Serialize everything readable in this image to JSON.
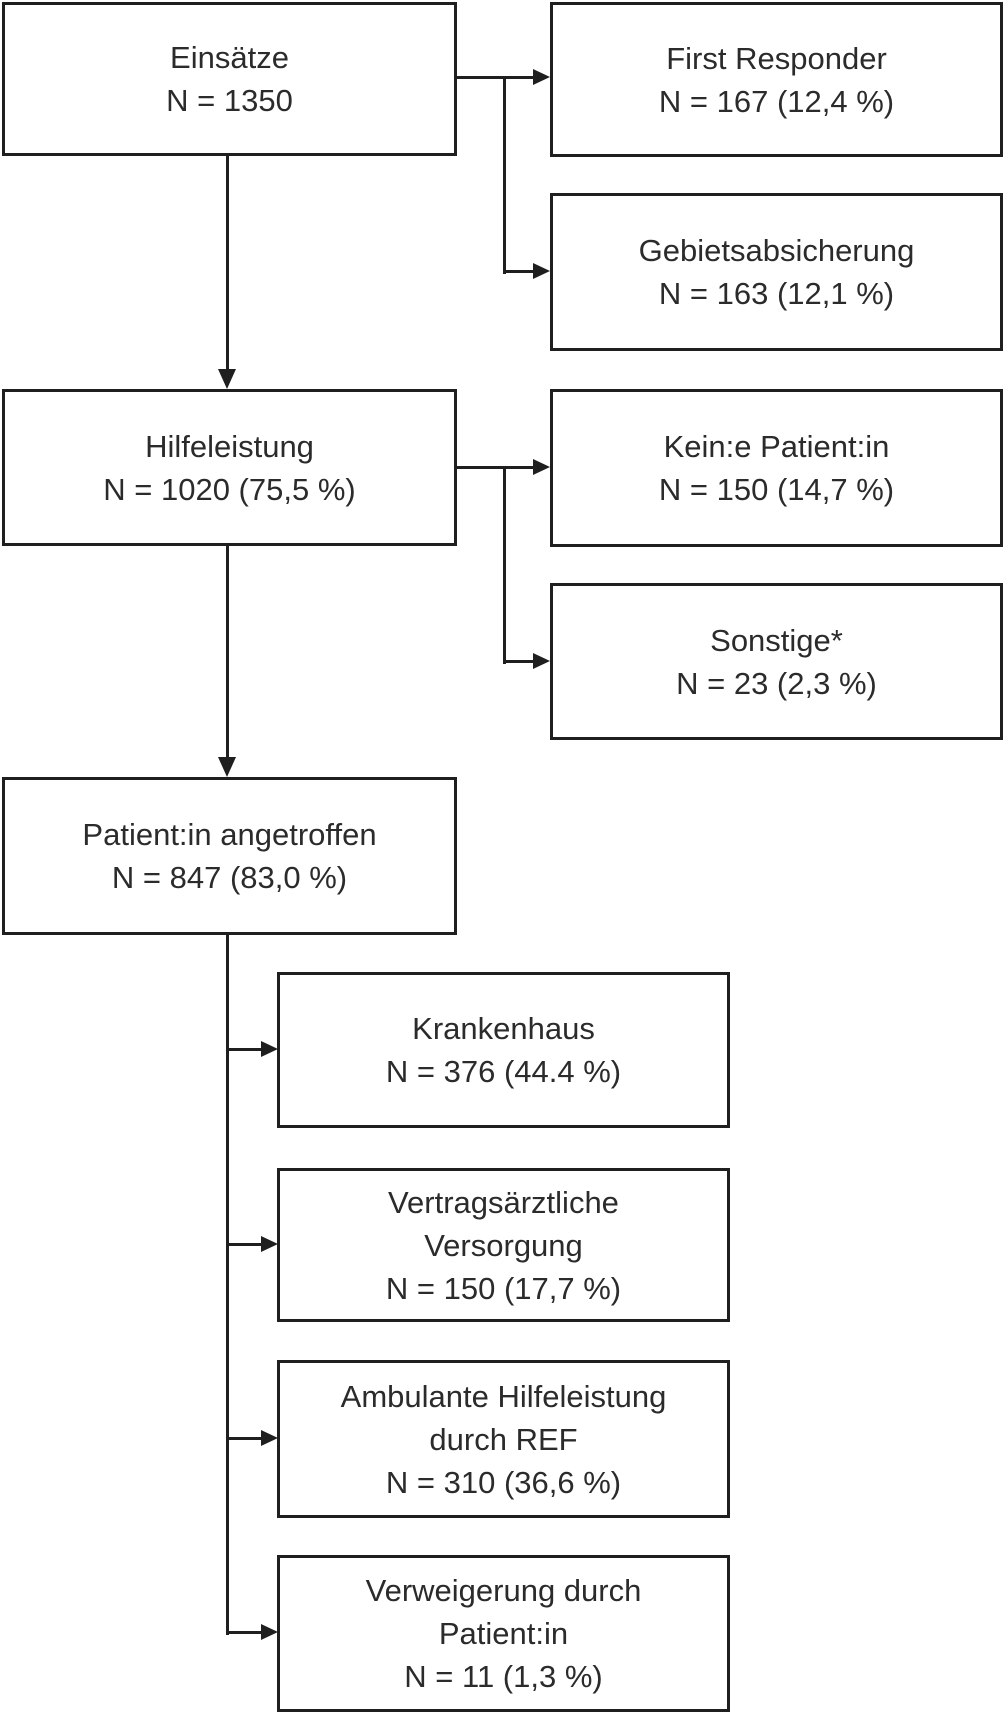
{
  "diagram": {
    "type": "flowchart",
    "language": "de",
    "line_color": "#1f1f1f",
    "text_color": "#2b2b2b",
    "background_color": "#ffffff",
    "nodes": {
      "einsaetze": {
        "lines": [
          "Einsätze",
          "N = 1350"
        ]
      },
      "first_responder": {
        "lines": [
          "First Responder",
          "N = 167 (12,4 %)"
        ]
      },
      "gebiet": {
        "lines": [
          "Gebietsabsicherung",
          "N = 163 (12,1 %)"
        ]
      },
      "hilfeleistung": {
        "lines": [
          "Hilfeleistung",
          "N = 1020 (75,5 %)"
        ]
      },
      "keine_patientin": {
        "lines": [
          "Kein:e Patient:in",
          "N = 150 (14,7 %)"
        ]
      },
      "sonstige": {
        "lines": [
          "Sonstige*",
          "N = 23 (2,3 %)"
        ]
      },
      "patientin": {
        "lines": [
          "Patient:in angetroffen",
          "N = 847 (83,0 %)"
        ]
      },
      "krankenhaus": {
        "lines": [
          "Krankenhaus",
          "N = 376 (44.4 %)"
        ]
      },
      "vertrags": {
        "lines": [
          "Vertragsärztliche",
          "Versorgung",
          "N = 150 (17,7 %)"
        ]
      },
      "ambulante": {
        "lines": [
          "Ambulante Hilfeleistung",
          "durch REF",
          "N = 310 (36,6 %)"
        ]
      },
      "verweigerung": {
        "lines": [
          "Verweigerung durch",
          "Patient:in",
          "N = 11 (1,3 %)"
        ]
      }
    },
    "edges": [
      {
        "from": "einsaetze",
        "to": "first_responder"
      },
      {
        "from": "einsaetze",
        "to": "gebiet"
      },
      {
        "from": "einsaetze",
        "to": "hilfeleistung"
      },
      {
        "from": "hilfeleistung",
        "to": "keine_patientin"
      },
      {
        "from": "hilfeleistung",
        "to": "sonstige"
      },
      {
        "from": "hilfeleistung",
        "to": "patientin"
      },
      {
        "from": "patientin",
        "to": "krankenhaus"
      },
      {
        "from": "patientin",
        "to": "vertrags"
      },
      {
        "from": "patientin",
        "to": "ambulante"
      },
      {
        "from": "patientin",
        "to": "verweigerung"
      }
    ]
  }
}
